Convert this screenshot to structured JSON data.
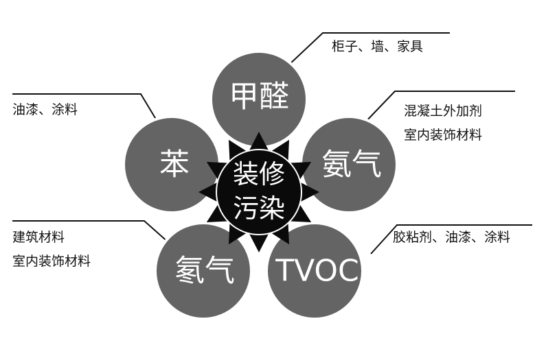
{
  "center": {
    "line1": "装修",
    "line2": "污染"
  },
  "petals": [
    {
      "id": "formaldehyde",
      "label": "甲醛",
      "callout": [
        "柜子、墙、家具"
      ]
    },
    {
      "id": "ammonia",
      "label": "氨气",
      "callout": [
        "混凝土外加剂",
        "室内装饰材料"
      ]
    },
    {
      "id": "tvoc",
      "label": "TVOC",
      "callout": [
        "胶粘剂、油漆、涂料"
      ]
    },
    {
      "id": "radon",
      "label": "氡气",
      "callout": [
        "建筑材料",
        "室内装饰材料"
      ]
    },
    {
      "id": "benzene",
      "label": "苯",
      "callout": [
        "油漆、涂料"
      ]
    }
  ],
  "colors": {
    "petal": "#646464",
    "petal_stroke": "#ffffff",
    "center": "#0a0a0a",
    "line": "#111111"
  }
}
